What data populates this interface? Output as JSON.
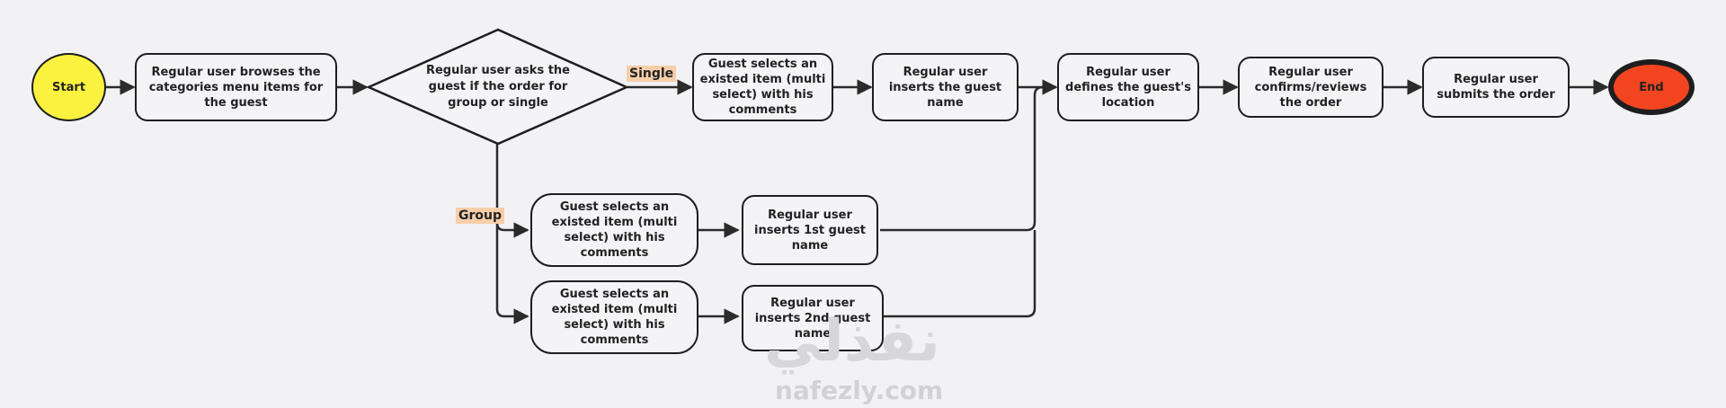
{
  "start": "Start",
  "end": "End",
  "steps": {
    "browse": "Regular user browses the categories menu items for the guest",
    "ask": "Regular user asks the guest if the order for group or single",
    "single_select": "Guest selects an existed item (multi select) with his comments",
    "insert_name": "Regular user inserts the guest name",
    "define_location": "Regular user defines the guest's location",
    "confirm": "Regular user confirms/reviews the order",
    "submit": "Regular user submits the order",
    "group_select_1": "Guest selects an existed item (multi select) with his comments",
    "insert_1st": "Regular user inserts 1st guest name",
    "group_select_2": "Guest selects an existed item (multi select) with his comments",
    "insert_2nd": "Regular user inserts 2nd guest name"
  },
  "branch_labels": {
    "single": "Single",
    "group": "Group"
  },
  "watermark": {
    "arabic": "نفذلي",
    "latin": "nafezly.com"
  },
  "colors": {
    "start_fill": "#fbf240",
    "end_fill": "#f2451f",
    "line": "#2b2b2b",
    "label_highlight": "#f6cfaa"
  }
}
